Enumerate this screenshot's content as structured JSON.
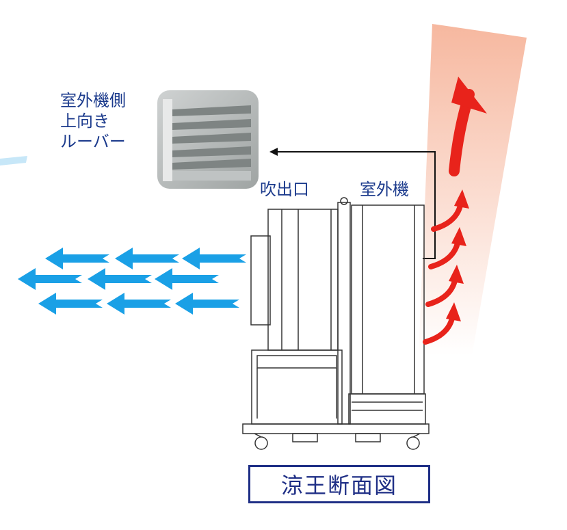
{
  "labels": {
    "louver_lines": [
      "室外機側",
      "上向き",
      "ルーバー"
    ],
    "outlet": "吹出口",
    "outdoor_unit": "室外機",
    "title": "涼王断面図"
  },
  "colors": {
    "label_text": "#1b3a8c",
    "title_border": "#1f2f86",
    "cool_air": "#1aa0e6",
    "hot_air": "#e8231b",
    "hot_plume": "#f6b49a",
    "machine_line": "#333333"
  },
  "icons": {
    "cool_air_arrows": "left-arrow-icon",
    "hot_air_arrows": "up-curved-arrow-icon",
    "louver_photo": "louver-photo-icon"
  }
}
